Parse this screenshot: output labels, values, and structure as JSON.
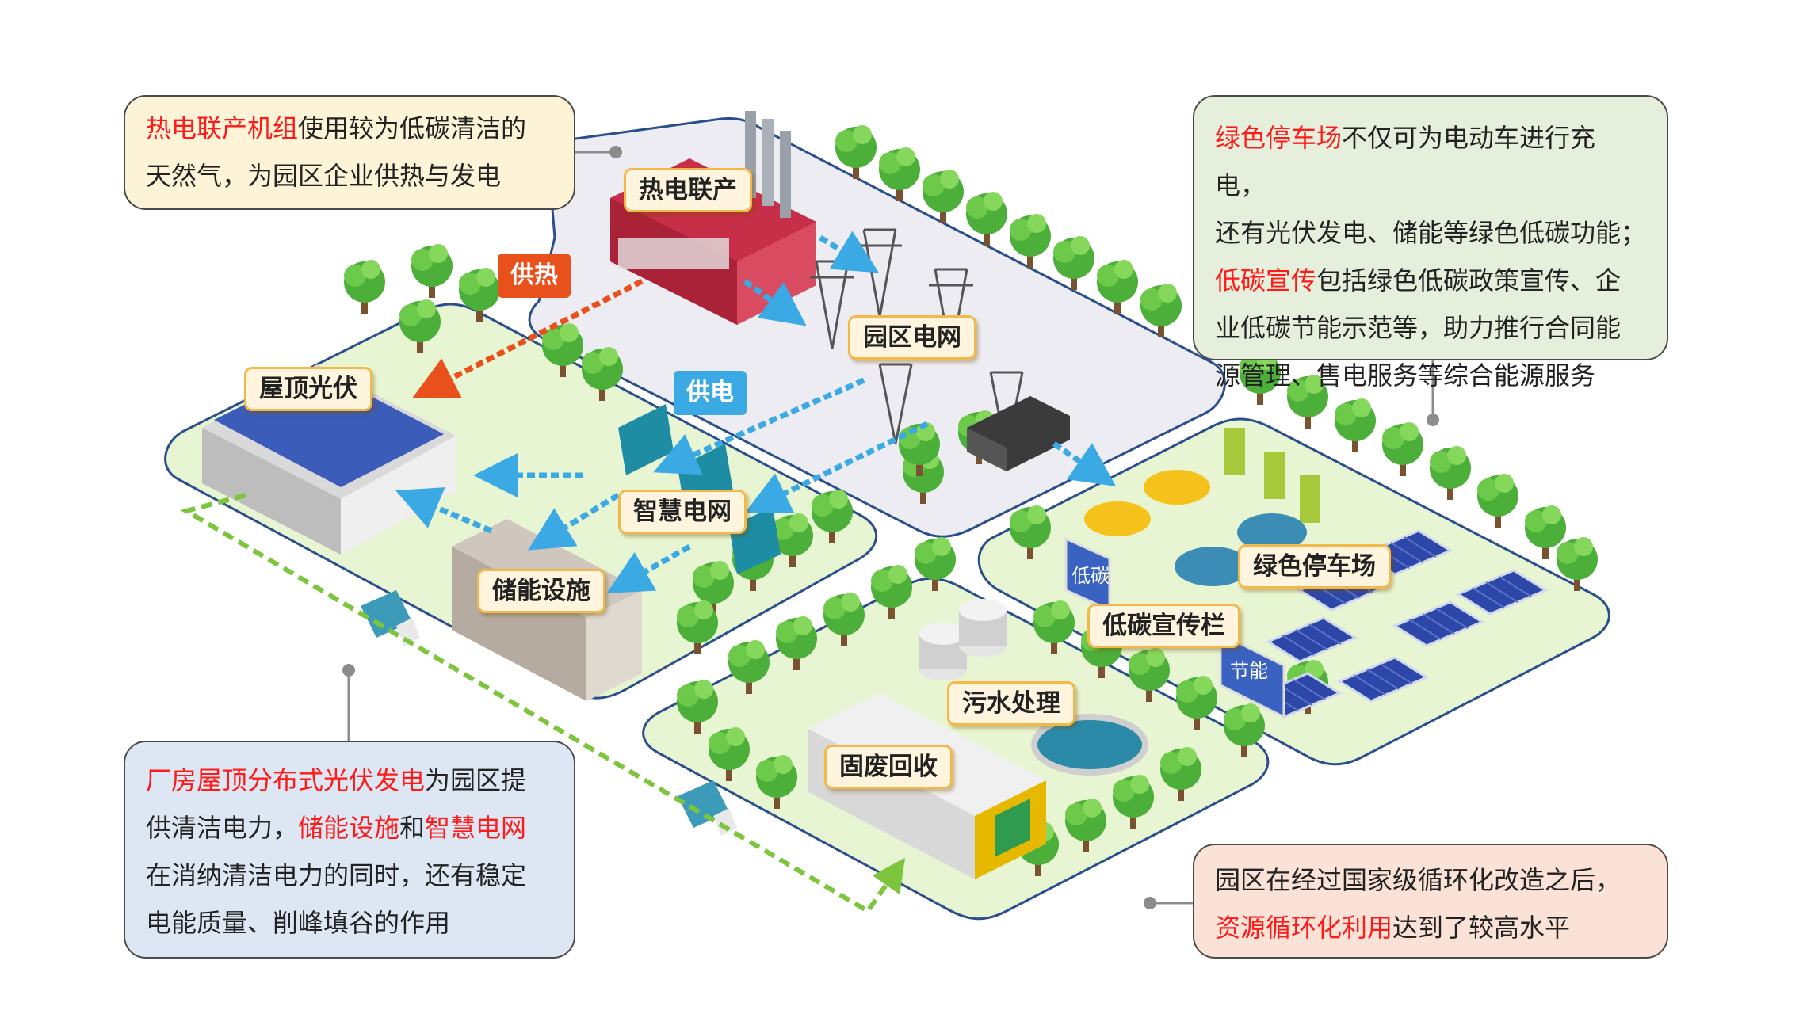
{
  "callouts": {
    "chp": {
      "hl1": "热电联产机组",
      "t1": "使用较为低碳清洁的",
      "t2": "天然气，为园区企业供热与发电"
    },
    "parking": {
      "hl1": "绿色停车场",
      "t1": "不仅可为电动车进行充电，",
      "t2": "还有光伏发电、储能等绿色低碳功能；",
      "hl2": "低碳宣传",
      "t3": "包括绿色低碳政策宣传、企",
      "t4": "业低碳节能示范等，助力推行合同能",
      "t5": "源管理、售电服务等综合能源服务"
    },
    "rooftop": {
      "hl1": "厂房屋顶分布式光伏发电",
      "t1": "为园区提",
      "t2": "供清洁电力，",
      "hl2": "储能设施",
      "t3": "和",
      "hl3": "智慧电网",
      "t4": "在消纳清洁电力的同时，还有稳定",
      "t5": "电能质量、削峰填谷的作用"
    },
    "recycle": {
      "t1": "园区在经过国家级循环化改造之后，",
      "hl1": "资源循环化利用",
      "t2": "达到了较高水平"
    }
  },
  "labels": {
    "chp": "热电联产",
    "grid": "园区电网",
    "rooftop_pv": "屋顶光伏",
    "smart_grid": "智慧电网",
    "storage": "储能设施",
    "parking": "绿色停车场",
    "billboard": "低碳宣传栏",
    "sewage": "污水处理",
    "solid_waste": "固废回收"
  },
  "flows": {
    "heat": "供热",
    "power": "供电"
  },
  "signs": {
    "board1": "低碳",
    "board2": "节能"
  },
  "colors": {
    "highlight": "#ff1a1a",
    "heat_flow": "#e8501c",
    "power_flow": "#3aa9e4",
    "park_ground": "#e8f5d2",
    "tag_border": "#f2b94a"
  }
}
